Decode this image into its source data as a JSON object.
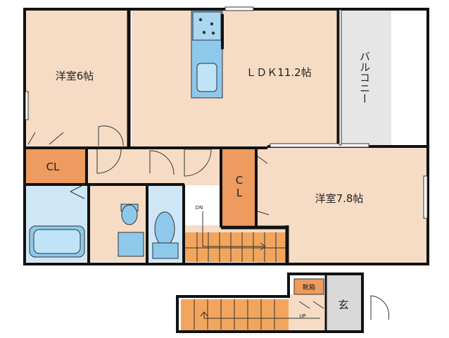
{
  "floorplan": {
    "rooms": {
      "western_6": "洋室6帖",
      "ldk": "ＬＤＫ11.2帖",
      "balcony": "バルコニー",
      "western_78": "洋室7.8帖",
      "cl_left": "CL",
      "cl_center_top": "C",
      "cl_center_bottom": "L",
      "shoes": "靴箱",
      "entrance": "玄"
    },
    "stairs": {
      "down": "DN",
      "up": "UP"
    },
    "colors": {
      "room": "#f6dcc5",
      "closet": "#ee9b5f",
      "stair": "#f2a65d",
      "wet": "#cfe6f6",
      "fixture": "#8ec9ec",
      "balcony": "#e6e6e6",
      "entry": "#d9d9d9",
      "wall": "#111111"
    }
  }
}
